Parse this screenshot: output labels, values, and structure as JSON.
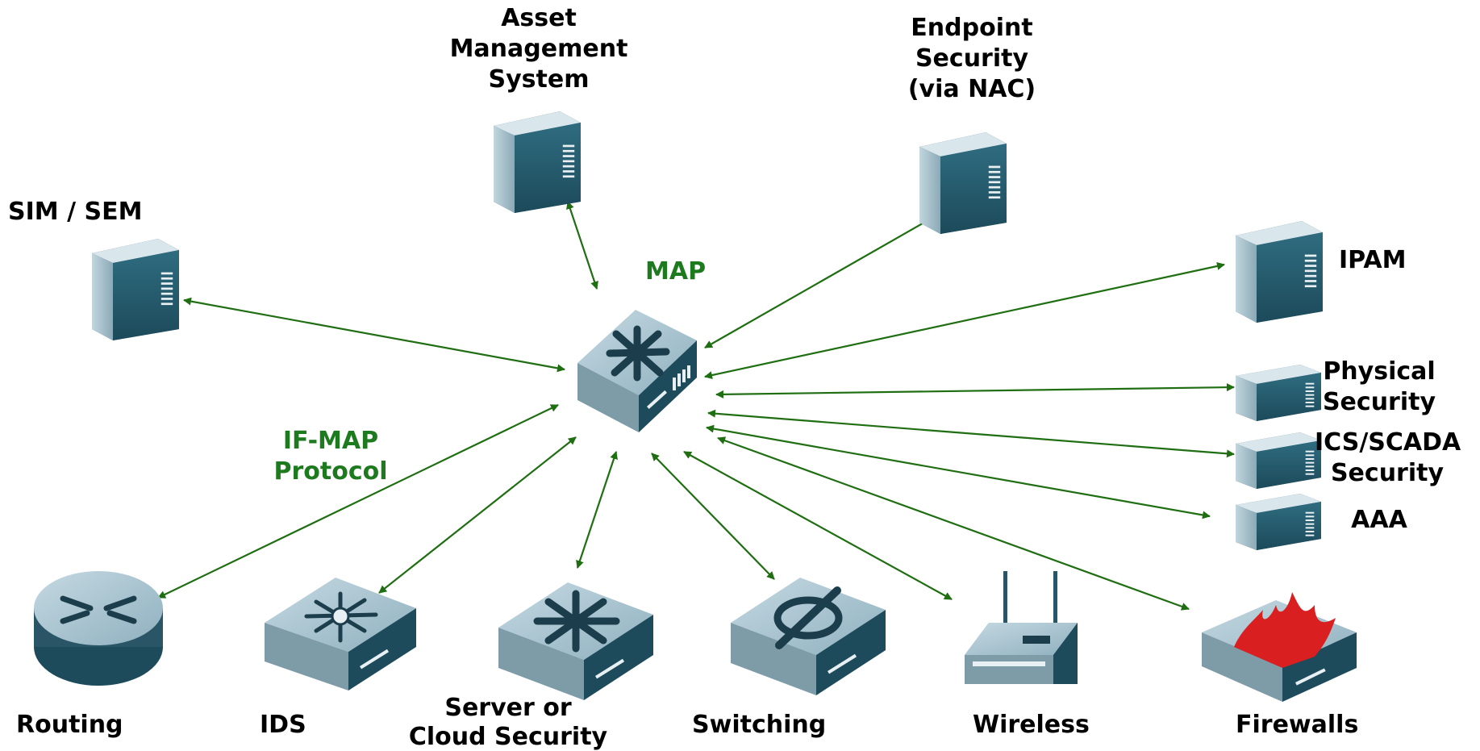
{
  "colors": {
    "connector": "#1f6e12",
    "accent_text": "#1e7a1e",
    "device_top": "#a9c3cf",
    "device_side": "#2a5566",
    "firewall_flame": "#d91f1f"
  },
  "hub": {
    "label": "MAP",
    "icon": "switch-asterisk-icon"
  },
  "protocol_label": [
    "IF-MAP",
    "Protocol"
  ],
  "nodes": {
    "asset_management": {
      "label": [
        "Asset",
        "Management",
        "System"
      ],
      "icon": "server-tower-icon"
    },
    "endpoint_security": {
      "label": [
        "Endpoint",
        "Security",
        "(via NAC)"
      ],
      "icon": "server-tower-icon"
    },
    "sim_sem": {
      "label": [
        "SIM / SEM"
      ],
      "icon": "server-tower-icon"
    },
    "ipam": {
      "label": [
        "IPAM"
      ],
      "icon": "server-tower-icon"
    },
    "physical_security": {
      "label": [
        "Physical",
        "Security"
      ],
      "icon": "server-box-icon"
    },
    "ics_scada": {
      "label": [
        "ICS/SCADA",
        "Security"
      ],
      "icon": "server-box-icon"
    },
    "aaa": {
      "label": [
        "AAA"
      ],
      "icon": "server-box-icon"
    },
    "routing": {
      "label": [
        "Routing"
      ],
      "icon": "router-icon"
    },
    "ids": {
      "label": [
        "IDS"
      ],
      "icon": "ids-appliance-icon"
    },
    "server_cloud": {
      "label": [
        "Server or",
        "Cloud Security"
      ],
      "icon": "security-appliance-icon"
    },
    "switching": {
      "label": [
        "Switching"
      ],
      "icon": "switch-appliance-icon"
    },
    "wireless": {
      "label": [
        "Wireless"
      ],
      "icon": "wireless-ap-icon"
    },
    "firewalls": {
      "label": [
        "Firewalls"
      ],
      "icon": "firewall-icon"
    }
  }
}
